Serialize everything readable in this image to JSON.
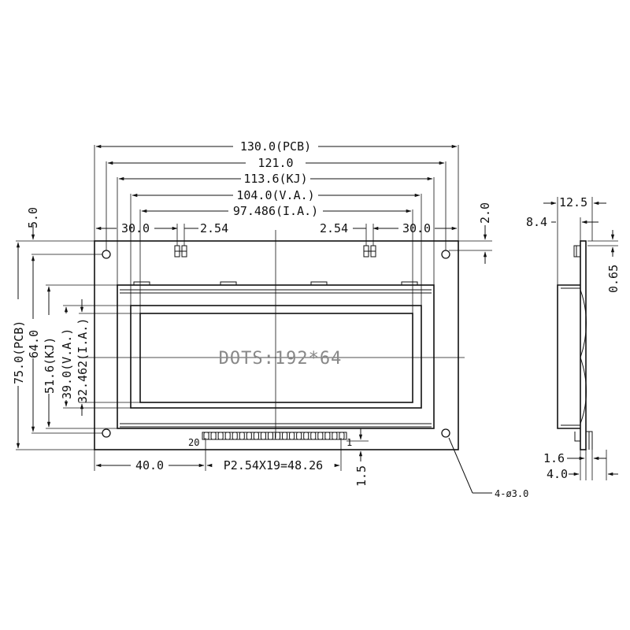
{
  "drawing": {
    "top_dims": {
      "pcb_width": "130.0(PCB)",
      "hole_span": "121.0",
      "kj_width": "113.6(KJ)",
      "va_width": "104.0(V.A.)",
      "ia_width": "97.486(I.A.)",
      "left_offset": "30.0",
      "right_offset": "30.0",
      "pitch_left": "2.54",
      "pitch_right": "2.54",
      "top_left_small": "5.0",
      "top_right_small": "2.0"
    },
    "left_dims": {
      "pcb_height": "75.0(PCB)",
      "hole_height": "64.0",
      "kj_height": "51.6(KJ)",
      "va_height": "39.0(V.A.)",
      "ia_height": "32.462(I.A.)"
    },
    "display_label": "DOTS:192*64",
    "pin_first": "20",
    "pin_last": "1",
    "bottom_dims": {
      "left": "40.0",
      "pins": "P2.54X19=48.26",
      "pin_offset": "1.5"
    },
    "hole_note": "4-ø3.0",
    "side_dims": {
      "depth": "12.5",
      "board": "8.4",
      "gap": "0.65",
      "pin_thk": "1.6",
      "pin_len": "4.0"
    }
  }
}
